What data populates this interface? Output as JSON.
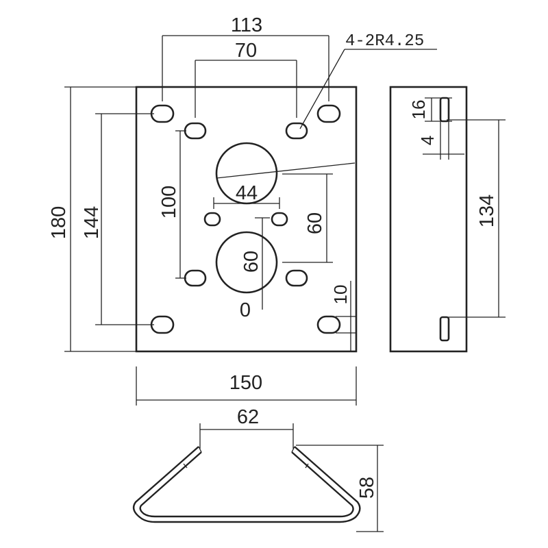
{
  "drawing": {
    "dimensions": {
      "hole_span_top": "113",
      "hole_span_inner": "70",
      "slot_callout": "4-2R4.25",
      "height_total": "180",
      "height_holes": "144",
      "inner_vertical": "100",
      "center_hole_gap": "44",
      "center_offset": "60",
      "big_hole": "60",
      "small_label": "0",
      "edge_offset": "10",
      "width_total": "150",
      "side_slot_length": "16",
      "side_slot_width": "4",
      "side_slot_span": "134",
      "bend_width": "62",
      "bend_height": "58"
    }
  }
}
